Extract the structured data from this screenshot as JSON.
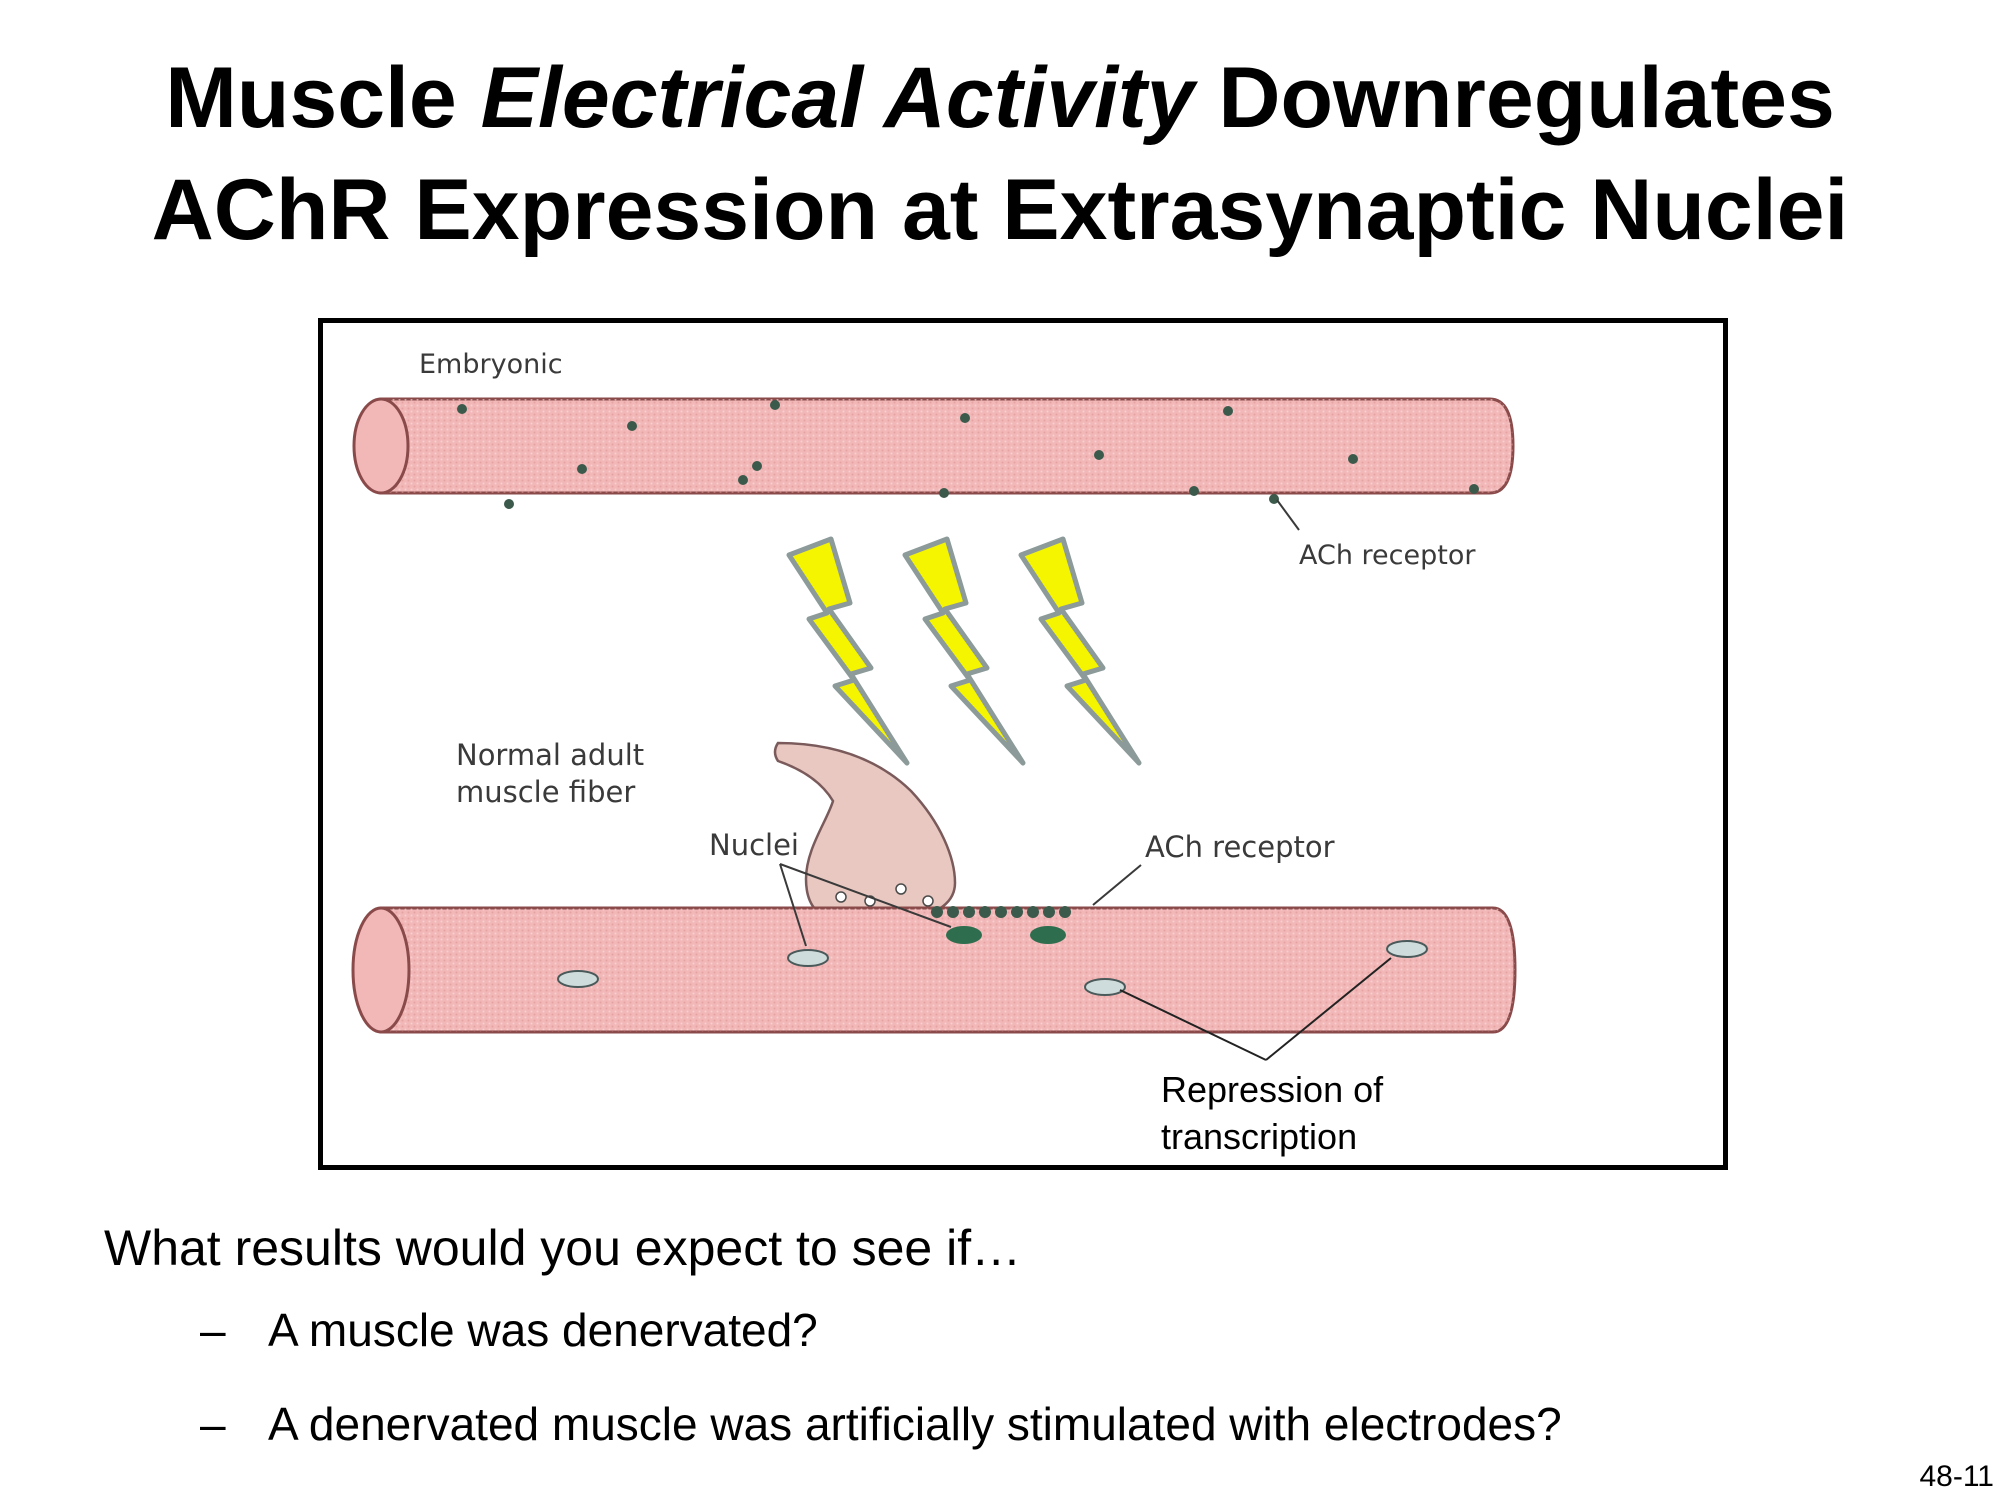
{
  "title": {
    "part1": "Muscle ",
    "part2_italic": "Electrical Activity",
    "part3": " Downregulates",
    "line2": "AChR Expression at Extrasynaptic Nuclei"
  },
  "figure": {
    "embryonic_label": "Embryonic",
    "ach_receptor_top_label": "ACh receptor",
    "adult_label_line1": "Normal adult",
    "adult_label_line2": "muscle fiber",
    "nuclei_label": "Nuclei",
    "ach_receptor_bottom_label": "ACh receptor",
    "repression_line1": "Repression of",
    "repression_line2": "transcription",
    "colors": {
      "fiber_fill": "#f2b8b8",
      "fiber_stroke": "#8a4a4a",
      "bolt_fill": "#f5f500",
      "bolt_stroke": "#8c9a9a",
      "receptor_dot": "#3c5a4c",
      "synaptic_nucleus": "#2e6e4e",
      "extrasynaptic_nucleus": "#cfdcdc",
      "terminal_fill": "#e8c8c0"
    }
  },
  "question": {
    "text": "What results would you expect to see if…",
    "bullets": [
      "A muscle was denervated?",
      "A denervated muscle was artificially stimulated with electrodes?"
    ]
  },
  "slide_number": "48-11"
}
